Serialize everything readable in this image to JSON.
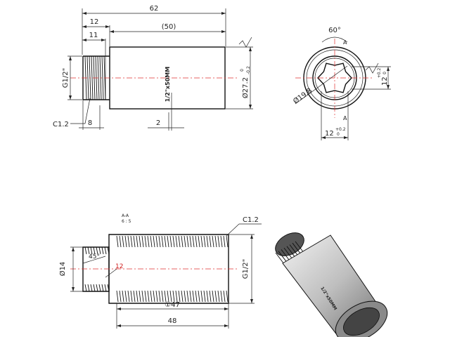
{
  "side_view": {
    "overall_length": "62",
    "thread_length": "12",
    "thread_flank": "11",
    "body_length": "(50)",
    "chamfer": "C1.2",
    "thread_relief": "8",
    "wall": "2",
    "thread_spec": "G1/2\"",
    "body_diameter": "Ø27.2",
    "body_tol_upper": "0",
    "body_tol_lower": "-0.2",
    "marking": "1/2\"x50MM"
  },
  "end_view": {
    "angle": "60°",
    "section_label": "A",
    "across_corners": "Ø19.8",
    "flat_width": "12",
    "flat_tol_upper": "+0.2",
    "flat_tol_lower": "0",
    "width_bottom": "12",
    "width_bottom_tol_upper": "+0.2",
    "width_bottom_tol_lower": "0"
  },
  "section_view": {
    "title": "A-A",
    "scale": "6 : 5",
    "chamfer": "C1.2",
    "inner_diameter": "Ø14",
    "angle": "45°",
    "hex": "12",
    "thread_spec": "G1/2\"",
    "thread_depth": "①47",
    "overall_length": "48"
  },
  "iso_view": {
    "marking": "1/2\"x50MM"
  }
}
